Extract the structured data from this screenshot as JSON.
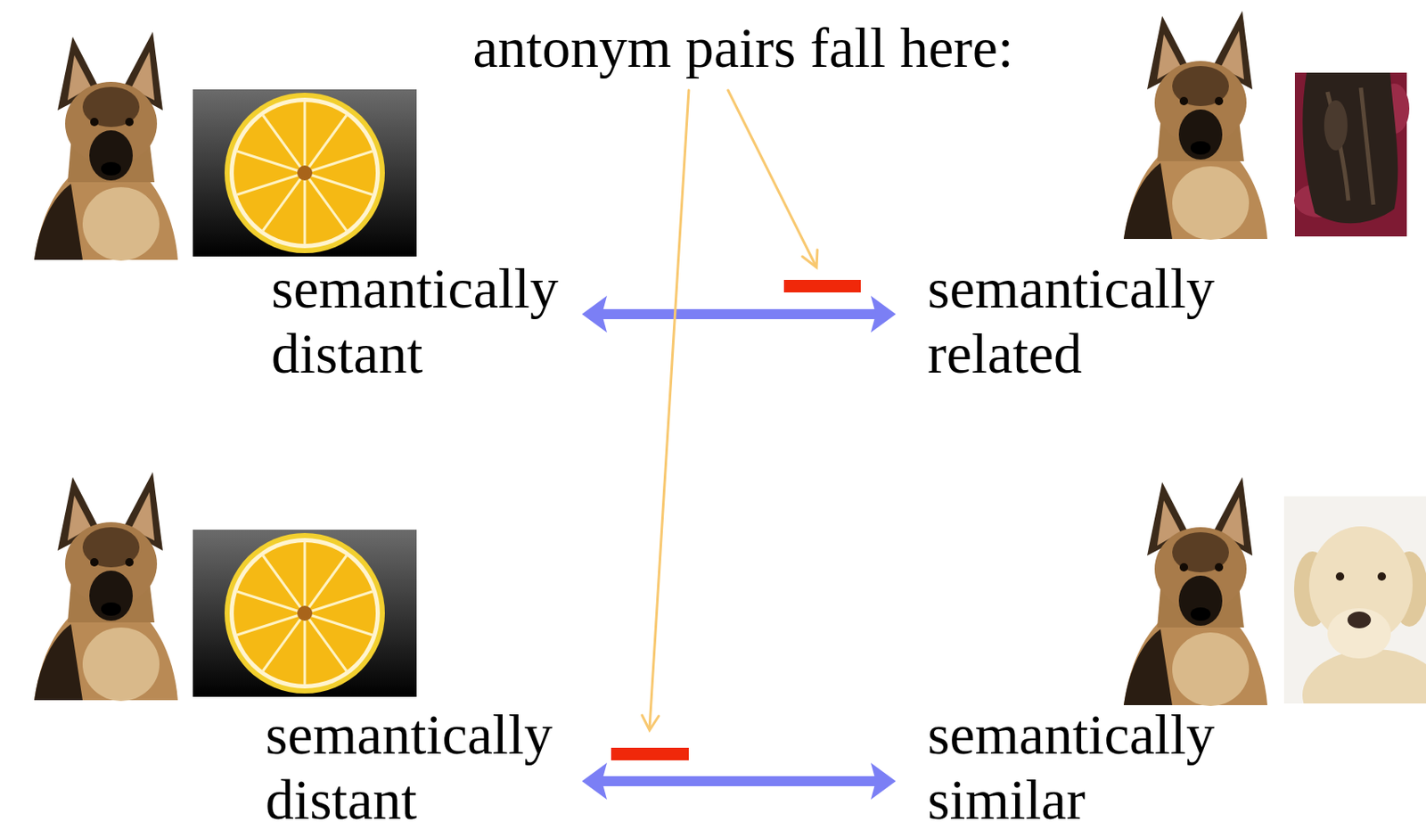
{
  "diagram": {
    "labels": [
      "antonym pairs fall here:",
      "semantically distant",
      "semantically related",
      "semantically distant",
      "semantically similar"
    ]
  }
}
